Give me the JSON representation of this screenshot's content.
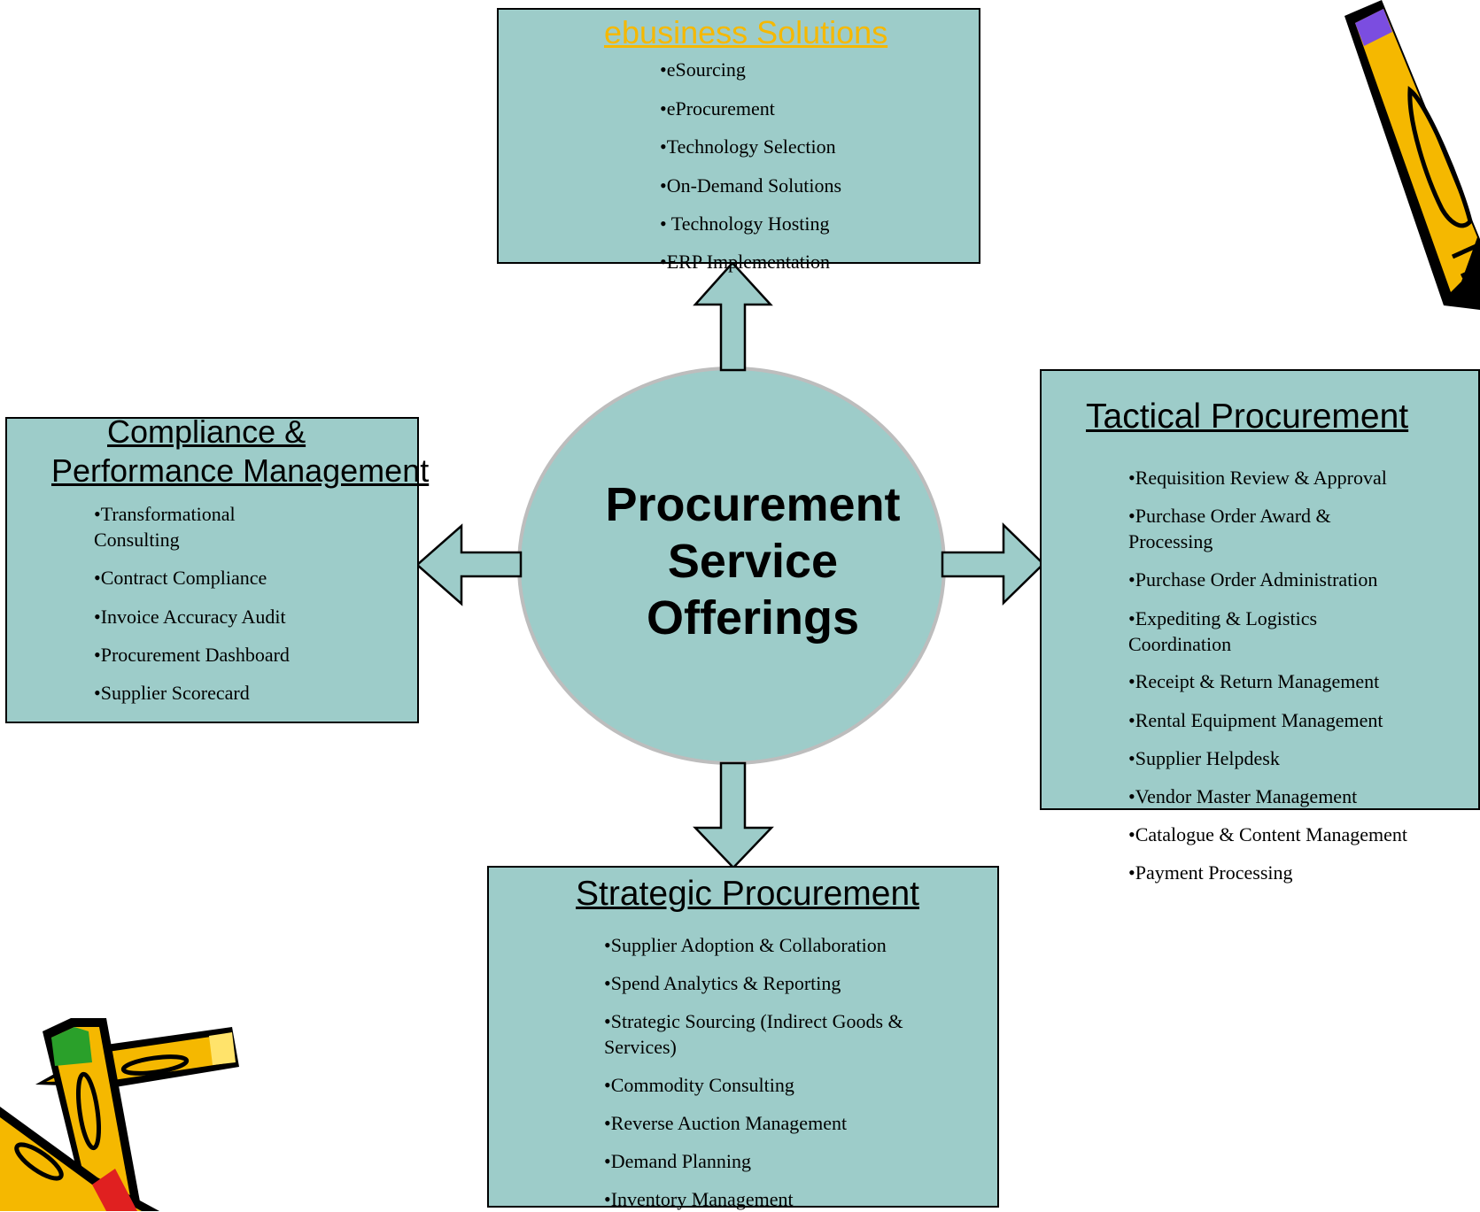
{
  "center": {
    "lines": [
      "Procurement",
      "Service",
      "Offerings"
    ]
  },
  "ebusiness": {
    "title": "ebusiness Solutions",
    "items": [
      "•eSourcing",
      "•eProcurement",
      "•Technology Selection",
      "•On-Demand Solutions",
      "• Technology Hosting",
      "•ERP Implementation"
    ]
  },
  "compliance": {
    "title_line1": "Compliance & ",
    "title_line2": "Performance Management",
    "items": [
      "•Transformational Consulting",
      "•Contract Compliance",
      "•Invoice Accuracy Audit",
      "•Procurement Dashboard",
      "•Supplier Scorecard"
    ]
  },
  "tactical": {
    "title": "Tactical Procurement",
    "items": [
      "•Requisition Review & Approval",
      "•Purchase Order Award & Processing",
      "•Purchase Order Administration",
      "•Expediting & Logistics Coordination",
      "•Receipt & Return Management",
      "•Rental Equipment Management",
      "•Supplier Helpdesk",
      "•Vendor Master Management",
      "•Catalogue & Content Management",
      "•Payment Processing"
    ]
  },
  "strategic": {
    "title": "Strategic Procurement",
    "items": [
      "•Supplier Adoption & Collaboration",
      "•Spend Analytics & Reporting",
      "•Strategic Sourcing (Indirect Goods & Services)",
      "•Commodity Consulting",
      "•Reverse Auction Management",
      "•Demand Planning",
      "•Inventory Management"
    ]
  },
  "colors": {
    "fill": "#9dccc9",
    "ebusiness_title": "#f5b800",
    "ellipse_border": "#bdbdbd"
  },
  "icons": [
    "pencil-icon",
    "pencils-icon"
  ]
}
